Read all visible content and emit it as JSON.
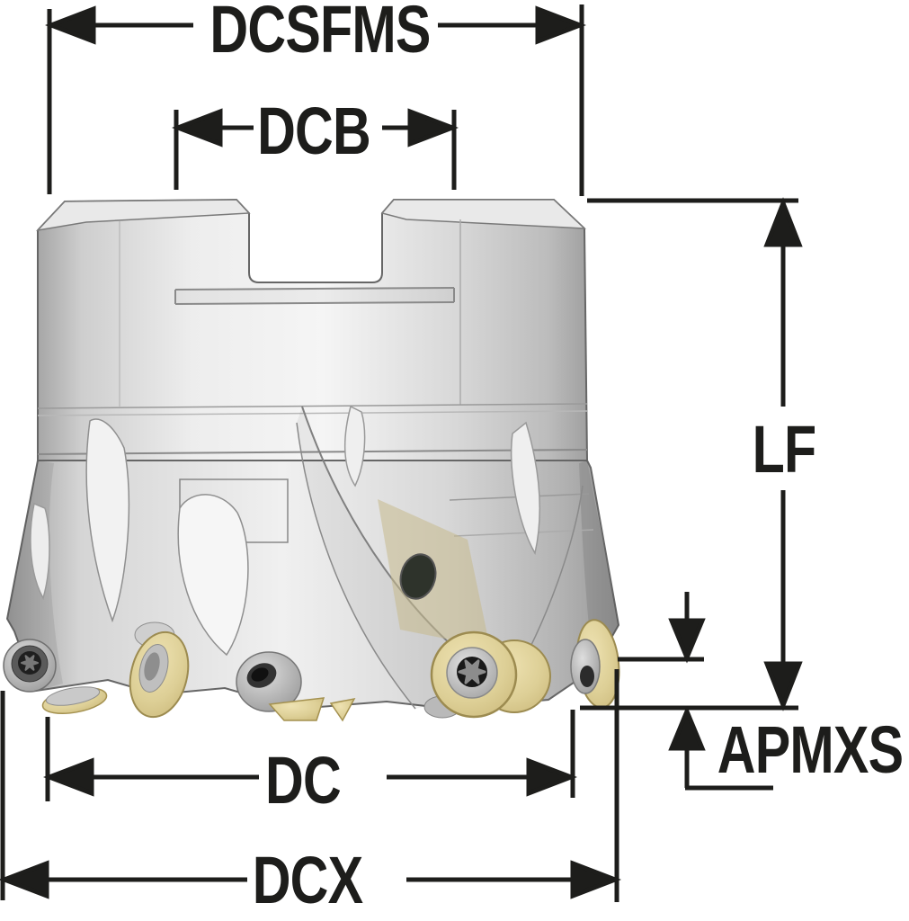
{
  "figure": {
    "background_color": "#ffffff",
    "dimension_color": "#1d1d1b",
    "body_color": "#d9d9d9",
    "insert_color": "#dccd92"
  },
  "dimensions": {
    "dcsfms": {
      "label": "DCSFMS"
    },
    "dcb": {
      "label": "DCB"
    },
    "lf": {
      "label": "LF"
    },
    "apmxs": {
      "label": "APMXS"
    },
    "dc": {
      "label": "DC"
    },
    "dcx": {
      "label": "DCX"
    }
  }
}
